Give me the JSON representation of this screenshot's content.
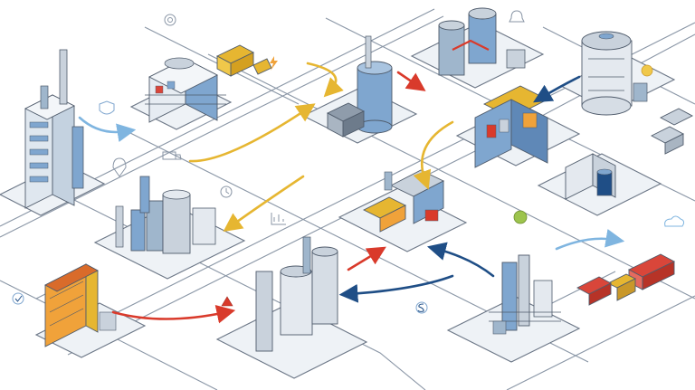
{
  "colors": {
    "background": "#ffffff",
    "road": "#e8edf3",
    "pad": "#eef2f6",
    "outline": "#4f5b6b",
    "steel_blue": "#7fa6cf",
    "steel_grey": "#c9d2dc",
    "flow_yellow": "#e6b631",
    "flow_red": "#d93a2b",
    "flow_navy": "#1f4e86",
    "flow_light_blue": "#7fb5e0",
    "accent_orange": "#f0a23a",
    "truck_red": "#d9463a",
    "icon_green": "#9dc44d"
  },
  "nodes": [
    {
      "name": "office-tower",
      "kind": "building"
    },
    {
      "name": "machine-workshop",
      "kind": "building"
    },
    {
      "name": "tank-depot",
      "kind": "tank"
    },
    {
      "name": "twin-tank-plant",
      "kind": "tank"
    },
    {
      "name": "storage-dome",
      "kind": "tank"
    },
    {
      "name": "assembly-factory",
      "kind": "building"
    },
    {
      "name": "blending-tanks",
      "kind": "tank"
    },
    {
      "name": "central-hub",
      "kind": "building"
    },
    {
      "name": "drum-warehouse",
      "kind": "building"
    },
    {
      "name": "container-stack",
      "kind": "building"
    },
    {
      "name": "silo-plant",
      "kind": "tank"
    },
    {
      "name": "distillation-unit",
      "kind": "tank"
    }
  ],
  "flows": [
    {
      "name": "flow-yellow-1",
      "color": "yellow"
    },
    {
      "name": "flow-yellow-2",
      "color": "yellow"
    },
    {
      "name": "flow-yellow-3",
      "color": "yellow"
    },
    {
      "name": "flow-yellow-4",
      "color": "yellow"
    },
    {
      "name": "flow-red-1",
      "color": "red"
    },
    {
      "name": "flow-red-2",
      "color": "red"
    },
    {
      "name": "flow-red-3",
      "color": "red"
    },
    {
      "name": "flow-navy-1",
      "color": "navy"
    },
    {
      "name": "flow-navy-2",
      "color": "navy"
    },
    {
      "name": "flow-navy-3",
      "color": "navy"
    },
    {
      "name": "flow-lightblue-1",
      "color": "light-blue"
    },
    {
      "name": "flow-lightblue-2",
      "color": "light-blue"
    }
  ],
  "vehicles": [
    {
      "name": "tanker-truck",
      "color": "red"
    },
    {
      "name": "delivery-truck-yellow",
      "color": "yellow"
    },
    {
      "name": "forklift",
      "color": "grey"
    }
  ],
  "icons": [
    "gear-icon",
    "dollar-icon",
    "chart-icon",
    "leaf-icon",
    "location-pin-icon",
    "cloud-icon",
    "shield-icon",
    "lightbulb-icon",
    "bell-icon",
    "clock-icon",
    "truck-icon",
    "check-icon"
  ]
}
